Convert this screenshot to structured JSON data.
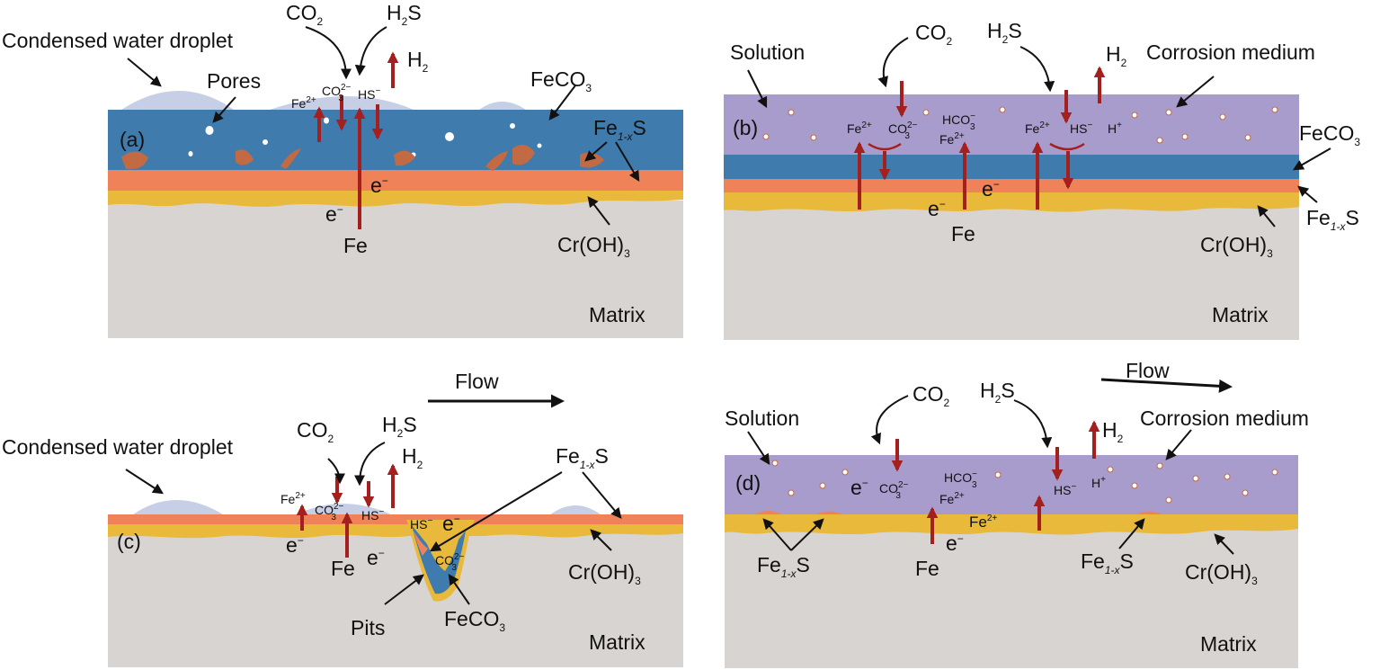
{
  "colors": {
    "matrix": "#d8d4d1",
    "cr_oh3": "#e9b93c",
    "fe1xs": "#f08259",
    "feco3": "#3f7bad",
    "solution": "#a79ccb",
    "droplet": "#c7cfe6",
    "arrow_red": "#a3201e",
    "particle": "#c26a44"
  },
  "panels": {
    "a": {
      "label": "(a)",
      "droplet": "Condensed water droplet",
      "co2": "CO",
      "co2_sub": "2",
      "h2s_h": "H",
      "h2s_sub": "2",
      "h2s_s": "S",
      "h2_h": "H",
      "h2_sub": "2",
      "pores": "Pores",
      "feco3": "FeCO",
      "feco3_sub": "3",
      "fe2": "Fe",
      "fe2_sup": "2+",
      "co3": "CO",
      "co3_sub": "3",
      "co3_sup": "2−",
      "hs": "HS",
      "hs_sup": "−",
      "fe1xs_fe": "Fe",
      "fe1xs_sub": "1-x",
      "fe1xs_s": "S",
      "e1": "e",
      "e1_sup": "−",
      "e2": "e",
      "e2_sup": "−",
      "fe": "Fe",
      "croh": "Cr(OH)",
      "croh_sub": "3",
      "matrix": "Matrix"
    },
    "b": {
      "label": "(b)",
      "solution": "Solution",
      "co2": "CO",
      "co2_sub": "2",
      "h2s_h": "H",
      "h2s_sub": "2",
      "h2s_s": "S",
      "h2_h": "H",
      "h2_sub": "2",
      "medium": "Corrosion medium",
      "fe2a": "Fe",
      "fe2a_sup": "2+",
      "co3": "CO",
      "co3_sub": "3",
      "co3_sup": "2−",
      "hco3": "HCO",
      "hco3_sub": "3",
      "hco3_sup": "−",
      "fe2b": "Fe",
      "fe2b_sup": "2+",
      "fe2c": "Fe",
      "fe2c_sup": "2+",
      "hs": "HS",
      "hs_sup": "−",
      "hp": "H",
      "hp_sup": "+",
      "feco3": "FeCO",
      "feco3_sub": "3",
      "e1": "e",
      "e1_sup": "−",
      "e2": "e",
      "e2_sup": "−",
      "fe": "Fe",
      "fe1xs_fe": "Fe",
      "fe1xs_sub": "1-x",
      "fe1xs_s": "S",
      "croh": "Cr(OH)",
      "croh_sub": "3",
      "matrix": "Matrix"
    },
    "c": {
      "label": "(c)",
      "flow": "Flow",
      "droplet": "Condensed water droplet",
      "co2": "CO",
      "co2_sub": "2",
      "h2s_h": "H",
      "h2s_sub": "2",
      "h2s_s": "S",
      "h2_h": "H",
      "h2_sub": "2",
      "fe1xs_fe": "Fe",
      "fe1xs_sub": "1-x",
      "fe1xs_s": "S",
      "fe2": "Fe",
      "fe2_sup": "2+",
      "co3": "CO",
      "co3_sub": "3",
      "co3_sup": "2−",
      "hs1": "HS",
      "hs1_sup": "−",
      "hs2": "HS",
      "hs2_sup": "−",
      "e1": "e",
      "e1_sup": "−",
      "e2": "e",
      "e2_sup": "−",
      "e3": "e",
      "e3_sup": "−",
      "co3b": "CO",
      "co3b_sub": "3",
      "co3b_sup": "2−",
      "fe": "Fe",
      "croh": "Cr(OH)",
      "croh_sub": "3",
      "pits": "Pits",
      "feco3": "FeCO",
      "feco3_sub": "3",
      "matrix": "Matrix"
    },
    "d": {
      "label": "(d)",
      "flow": "Flow",
      "solution": "Solution",
      "co2": "CO",
      "co2_sub": "2",
      "h2s_h": "H",
      "h2s_sub": "2",
      "h2s_s": "S",
      "h2_h": "H",
      "h2_sub": "2",
      "medium": "Corrosion medium",
      "e1": "e",
      "e1_sup": "−",
      "co3": "CO",
      "co3_sub": "3",
      "co3_sup": "2−",
      "hco3": "HCO",
      "hco3_sub": "3",
      "hco3_sup": "−",
      "fe2a": "Fe",
      "fe2a_sup": "2+",
      "hs": "HS",
      "hs_sup": "−",
      "hp": "H",
      "hp_sup": "+",
      "fe2b": "Fe",
      "fe2b_sup": "2+",
      "e2": "e",
      "e2_sup": "−",
      "fe": "Fe",
      "fe1xs1_fe": "Fe",
      "fe1xs1_sub": "1-x",
      "fe1xs1_s": "S",
      "fe1xs2_fe": "Fe",
      "fe1xs2_sub": "1-x",
      "fe1xs2_s": "S",
      "croh": "Cr(OH)",
      "croh_sub": "3",
      "matrix": "Matrix"
    }
  }
}
